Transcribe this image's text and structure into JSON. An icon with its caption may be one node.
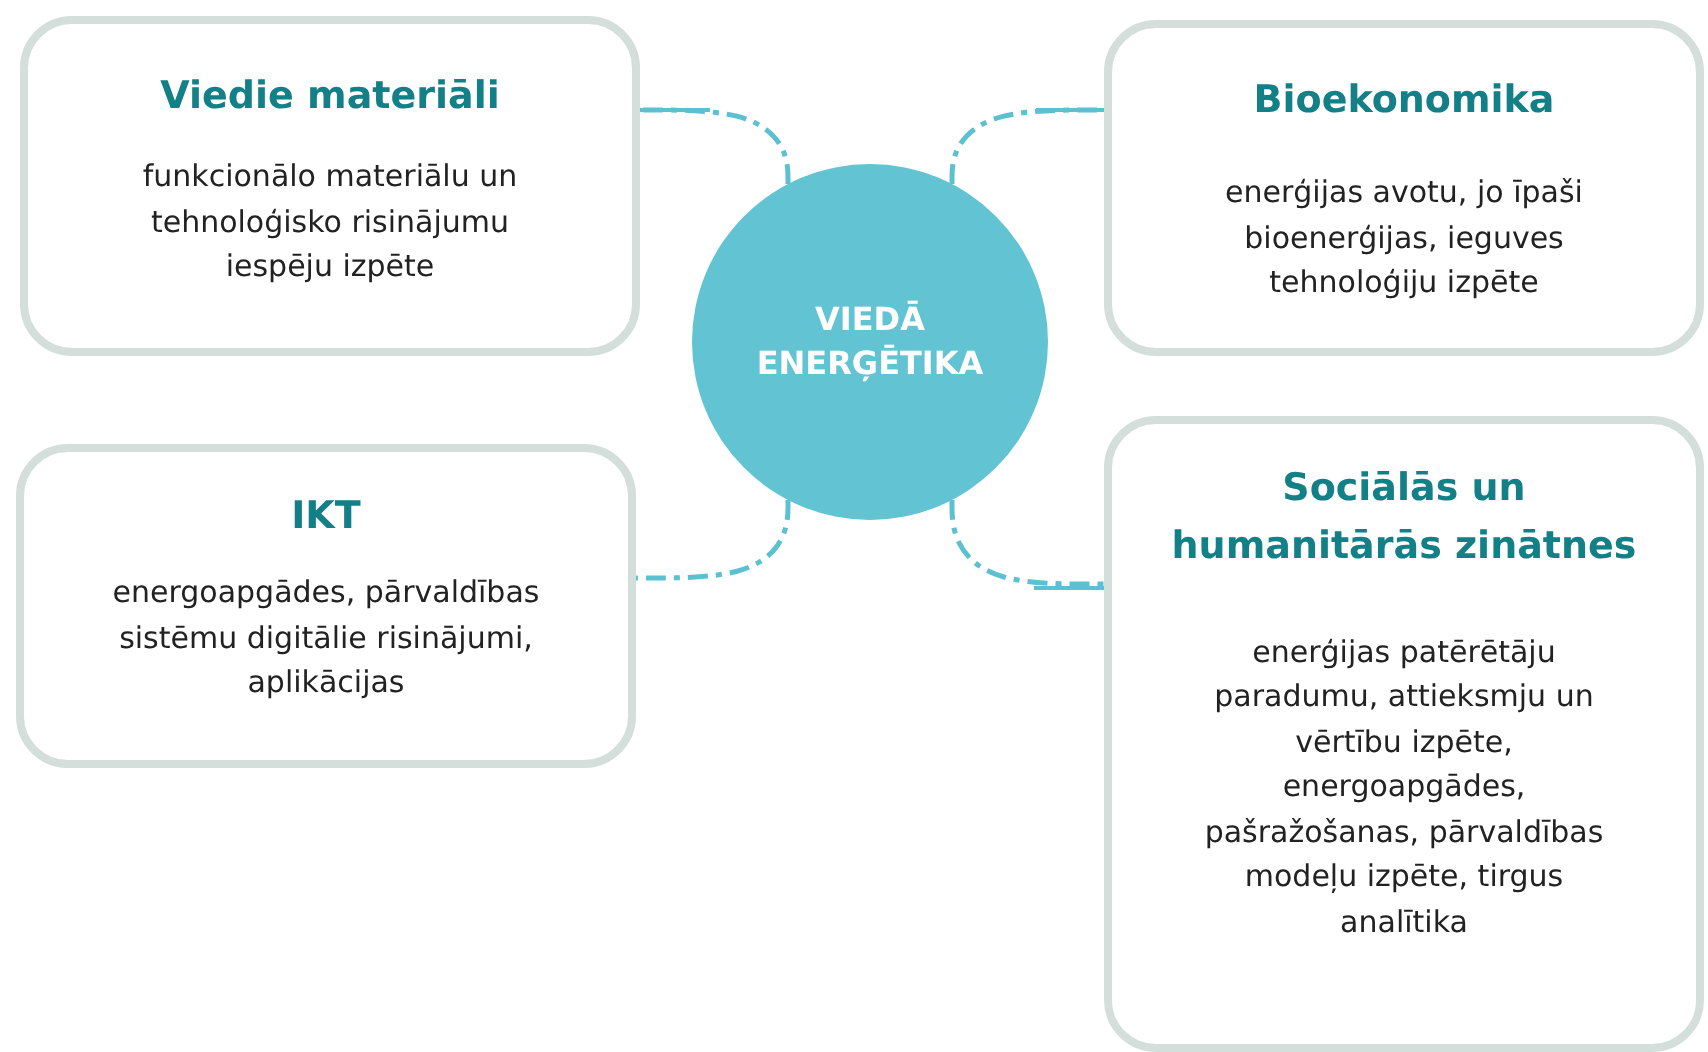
{
  "diagram": {
    "nodes": [
      {
        "text": [
          "Viedie materiāli",
          "funkcionālo materiālu un tehnoloģisko risinājumu iespēju izpēte"
        ]
      },
      {
        "text": [
          "Bioekonomika",
          "enerģijas avotu, jo īpaši bioenerģijas, ieguves tehnoloģiju izpēte"
        ]
      },
      {
        "text": [
          "VIEDĀ ENERĢĒTIKA"
        ]
      },
      {
        "text": [
          "IKT",
          "energoapgādes, pārvaldības sistēmu digitālie risinājumi, aplikācijas"
        ]
      },
      {
        "text": [
          "Sociālās un humanitārās zinātnes",
          "enerģijas patērētāju paradumu, attieksmju un vērtību izpēte, energoapgādes, pašražošanas, pārvaldības modeļu izpēte, tirgus analītika"
        ]
      }
    ],
    "edges": [
      {
        "from": 2,
        "to": 0,
        "arrow": "none",
        "style": "dashed"
      },
      {
        "from": 2,
        "to": 1,
        "arrow": "none",
        "style": "dashed"
      },
      {
        "from": 2,
        "to": 3,
        "arrow": "none",
        "style": "dashed"
      },
      {
        "from": 2,
        "to": 4,
        "arrow": "none",
        "style": "dashed"
      }
    ]
  }
}
